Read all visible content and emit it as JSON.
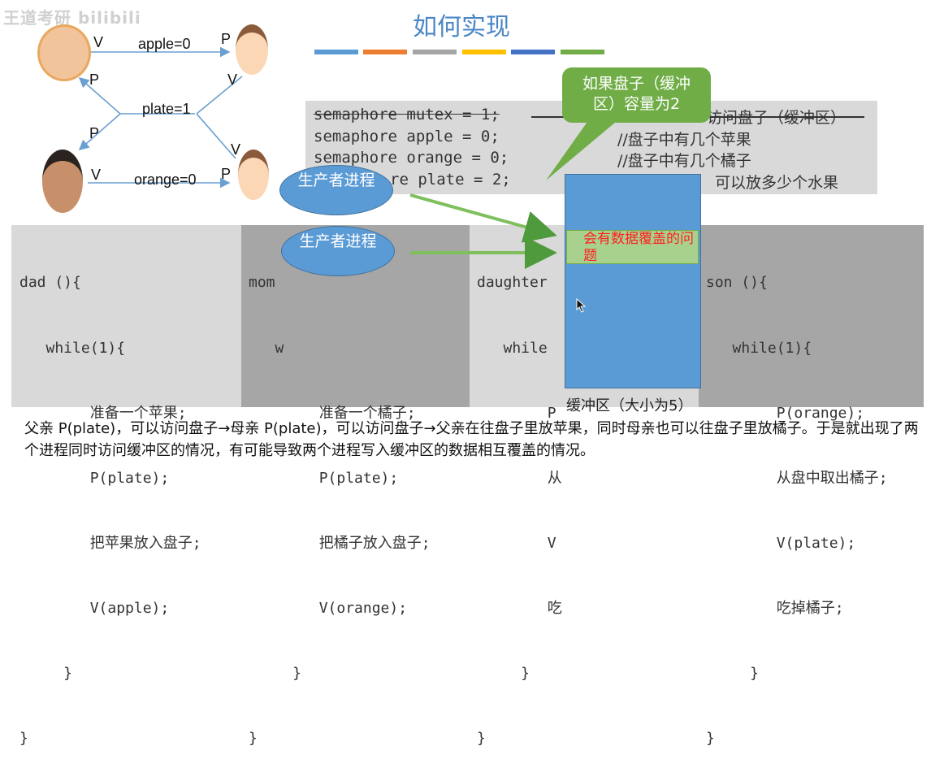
{
  "watermark": "王道考研 bilibili",
  "title": "如何实现",
  "title_bar_colors": [
    "#5b9bd5",
    "#ed7d31",
    "#a5a5a5",
    "#ffc000",
    "#4472c4",
    "#70ad47"
  ],
  "relation": {
    "dad_to_daughter_v": "V",
    "apple_label": "apple=0",
    "daughter_p": "P",
    "plate_label": "plate=1",
    "p_up": "P",
    "v_up": "V",
    "p_down": "P",
    "v_down": "V",
    "mom_to_son_v": "V",
    "orange_label": "orange=0",
    "son_p": "P"
  },
  "semaphores": {
    "line1": "semaphore mutex = 1;",
    "line1_comment": "访问盘子（缓冲区）",
    "line2": "semaphore apple = 0;",
    "line2_comment": "//盘子中有几个苹果",
    "line3": "semaphore orange = 0;",
    "line3_comment": "//盘子中有几个橘子",
    "line4": "re plate = 2;",
    "line4_comment": "可以放多少个水果"
  },
  "callout": "如果盘子（缓冲区）容量为2",
  "producer1": "生产者进程",
  "producer2": "生产者进程",
  "dad": {
    "l1": "dad (){",
    "l2": "   while(1){",
    "l3": "        准备一个苹果;",
    "l4": "        P(plate);",
    "l5": "        把苹果放入盘子;",
    "l6": "        V(apple);",
    "l7": "     }",
    "l8": "}"
  },
  "mom": {
    "l1": "mom",
    "l2": "   w",
    "l3": "        准备一个橘子;",
    "l4": "        P(plate);",
    "l5": "        把橘子放入盘子;",
    "l6": "        V(orange);",
    "l7": "     }",
    "l8": "}"
  },
  "daughter": {
    "l1": "daughter",
    "l2": "   while",
    "l3": "        P",
    "l4": "        从",
    "l5": "        V",
    "l6": "        吃",
    "l7": "     }",
    "l8": "}"
  },
  "son": {
    "l1": "son (){",
    "l2": "   while(1){",
    "l3": "        P(orange);",
    "l4": "        从盘中取出橘子;",
    "l5": "        V(plate);",
    "l6": "        吃掉橘子;",
    "l7": "     }",
    "l8": "}"
  },
  "overwrite_note": "会有数据覆盖的问题",
  "buffer_label": "缓冲区（大小为5）",
  "bottom_text": "父亲 P(plate)，可以访问盘子→母亲 P(plate)，可以访问盘子→父亲在往盘子里放苹果，同时母亲也可以往盘子里放橘子。于是就出现了两个进程同时访问缓冲区的情况，有可能导致两个进程写入缓冲区的数据相互覆盖的情况。"
}
